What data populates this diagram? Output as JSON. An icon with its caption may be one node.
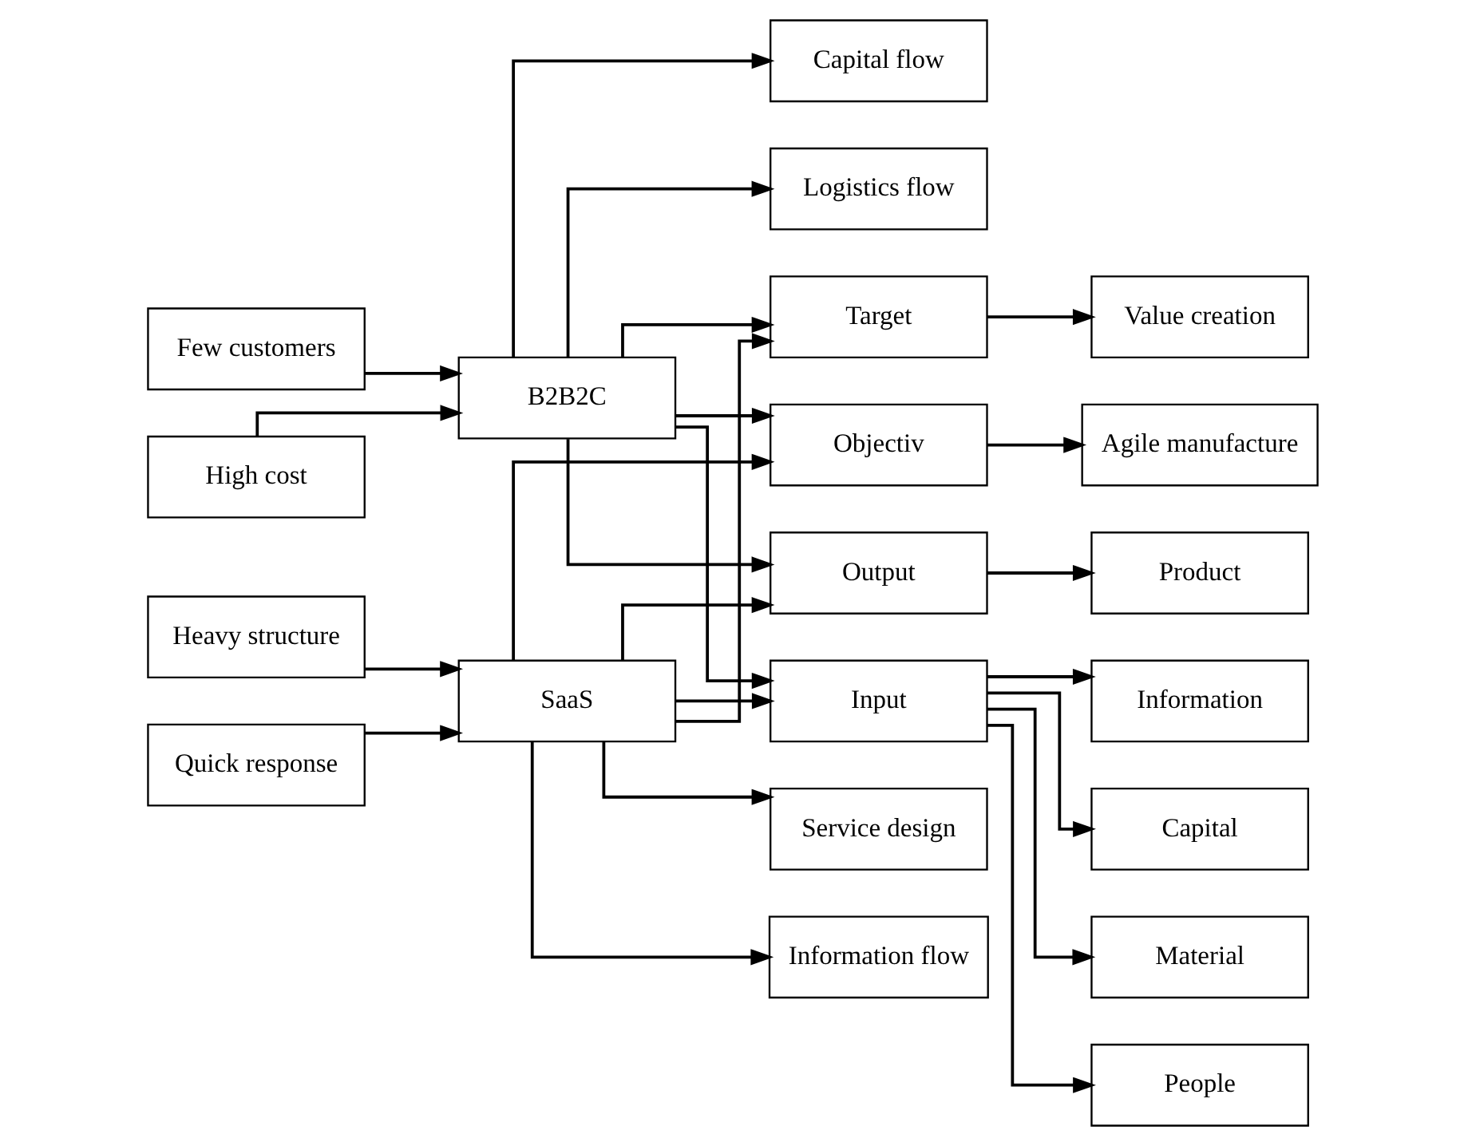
{
  "diagram": {
    "nodes": [
      {
        "text": [
          "Capital flow"
        ]
      },
      {
        "text": [
          "Logistics flow"
        ]
      },
      {
        "text": [
          "Few customers"
        ]
      },
      {
        "text": [
          "B2B2C"
        ]
      },
      {
        "text": [
          "Target"
        ]
      },
      {
        "text": [
          "Value creation"
        ]
      },
      {
        "text": [
          "High cost"
        ]
      },
      {
        "text": [
          "Objectiv"
        ]
      },
      {
        "text": [
          "Agile manufacture"
        ]
      },
      {
        "text": [
          "Heavy structure"
        ]
      },
      {
        "text": [
          "SaaS"
        ]
      },
      {
        "text": [
          "Output"
        ]
      },
      {
        "text": [
          "Product"
        ]
      },
      {
        "text": [
          "Quick response"
        ]
      },
      {
        "text": [
          "Input"
        ]
      },
      {
        "text": [
          "Capital"
        ]
      },
      {
        "text": [
          "Material"
        ]
      },
      {
        "text": [
          "People"
        ]
      },
      {
        "text": [
          "Service design"
        ]
      },
      {
        "text": [
          "Information flow"
        ]
      },
      {
        "text": [
          "Information"
        ]
      }
    ],
    "edges": [
      {
        "from": 2,
        "to": 3,
        "arrow": "to"
      },
      {
        "from": 6,
        "to": 3,
        "arrow": "to"
      },
      {
        "from": 9,
        "to": 10,
        "arrow": "to"
      },
      {
        "from": 13,
        "to": 10,
        "arrow": "to"
      },
      {
        "from": 3,
        "to": 0,
        "arrow": "to"
      },
      {
        "from": 3,
        "to": 1,
        "arrow": "to"
      },
      {
        "from": 3,
        "to": 4,
        "arrow": "to"
      },
      {
        "from": 3,
        "to": 7,
        "arrow": "to"
      },
      {
        "from": 3,
        "to": 11,
        "arrow": "to"
      },
      {
        "from": 3,
        "to": 14,
        "arrow": "to"
      },
      {
        "from": 10,
        "to": 4,
        "arrow": "to"
      },
      {
        "from": 10,
        "to": 7,
        "arrow": "to"
      },
      {
        "from": 10,
        "to": 11,
        "arrow": "to"
      },
      {
        "from": 10,
        "to": 14,
        "arrow": "to"
      },
      {
        "from": 4,
        "to": 5,
        "arrow": "to"
      },
      {
        "from": 7,
        "to": 8,
        "arrow": "to"
      },
      {
        "from": 11,
        "to": 12,
        "arrow": "to"
      },
      {
        "from": 14,
        "to": 15,
        "arrow": "to"
      },
      {
        "from": 14,
        "to": 16,
        "arrow": "to"
      },
      {
        "from": 14,
        "to": 17,
        "arrow": "to"
      },
      {
        "from": 14,
        "to": 20,
        "arrow": "to"
      },
      {
        "from": 10,
        "to": 18,
        "arrow": "to"
      },
      {
        "from": 10,
        "to": 19,
        "arrow": "to"
      }
    ]
  }
}
